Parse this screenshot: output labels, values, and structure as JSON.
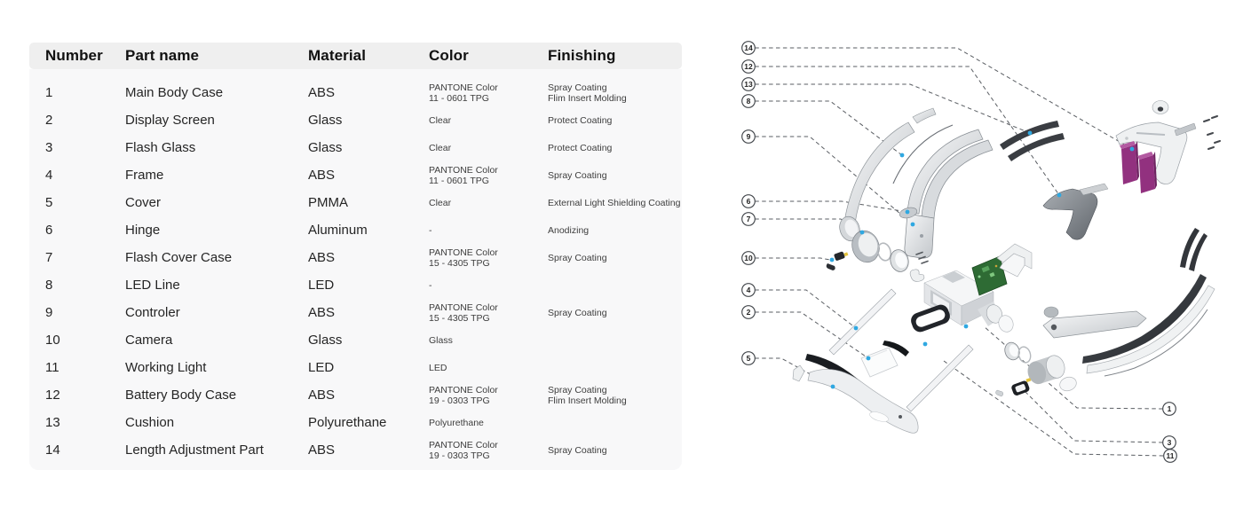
{
  "table": {
    "headers": {
      "number": "Number",
      "part": "Part name",
      "material": "Material",
      "color": "Color",
      "finishing": "Finishing"
    },
    "rows": [
      {
        "number": "1",
        "part": "Main Body Case",
        "material": "ABS",
        "color": "PANTONE Color\n11 - 0601 TPG",
        "finishing": "Spray Coating\nFlim Insert Molding"
      },
      {
        "number": "2",
        "part": "Display Screen",
        "material": "Glass",
        "color": "Clear",
        "finishing": "Protect Coating"
      },
      {
        "number": "3",
        "part": "Flash Glass",
        "material": "Glass",
        "color": "Clear",
        "finishing": "Protect Coating"
      },
      {
        "number": "4",
        "part": "Frame",
        "material": "ABS",
        "color": "PANTONE Color\n11 - 0601 TPG",
        "finishing": "Spray Coating"
      },
      {
        "number": "5",
        "part": "Cover",
        "material": "PMMA",
        "color": "Clear",
        "finishing": "External Light Shielding Coating"
      },
      {
        "number": "6",
        "part": "Hinge",
        "material": "Aluminum",
        "color": "-",
        "finishing": "Anodizing"
      },
      {
        "number": "7",
        "part": "Flash Cover Case",
        "material": "ABS",
        "color": "PANTONE Color\n15 - 4305 TPG",
        "finishing": "Spray Coating"
      },
      {
        "number": "8",
        "part": "LED Line",
        "material": "LED",
        "color": "-",
        "finishing": ""
      },
      {
        "number": "9",
        "part": "Controler",
        "material": "ABS",
        "color": "PANTONE Color\n15 - 4305 TPG",
        "finishing": "Spray Coating"
      },
      {
        "number": "10",
        "part": "Camera",
        "material": "Glass",
        "color": "Glass",
        "finishing": ""
      },
      {
        "number": "11",
        "part": "Working Light",
        "material": "LED",
        "color": "LED",
        "finishing": ""
      },
      {
        "number": "12",
        "part": "Battery Body Case",
        "material": "ABS",
        "color": "PANTONE Color\n19 - 0303 TPG",
        "finishing": "Spray Coating\nFlim Insert Molding"
      },
      {
        "number": "13",
        "part": "Cushion",
        "material": "Polyurethane",
        "color": "Polyurethane",
        "finishing": ""
      },
      {
        "number": "14",
        "part": "Length Adjustment Part",
        "material": "ABS",
        "color": "PANTONE Color\n19 - 0303 TPG",
        "finishing": "Spray Coating"
      }
    ]
  },
  "diagram": {
    "callouts": [
      "14",
      "12",
      "13",
      "8",
      "9",
      "6",
      "7",
      "10",
      "4",
      "2",
      "5",
      "1",
      "3",
      "11"
    ],
    "accent_dot_color": "#2fa8e1",
    "battery_color": "#92317f",
    "pcb_color": "#2e6b34"
  }
}
